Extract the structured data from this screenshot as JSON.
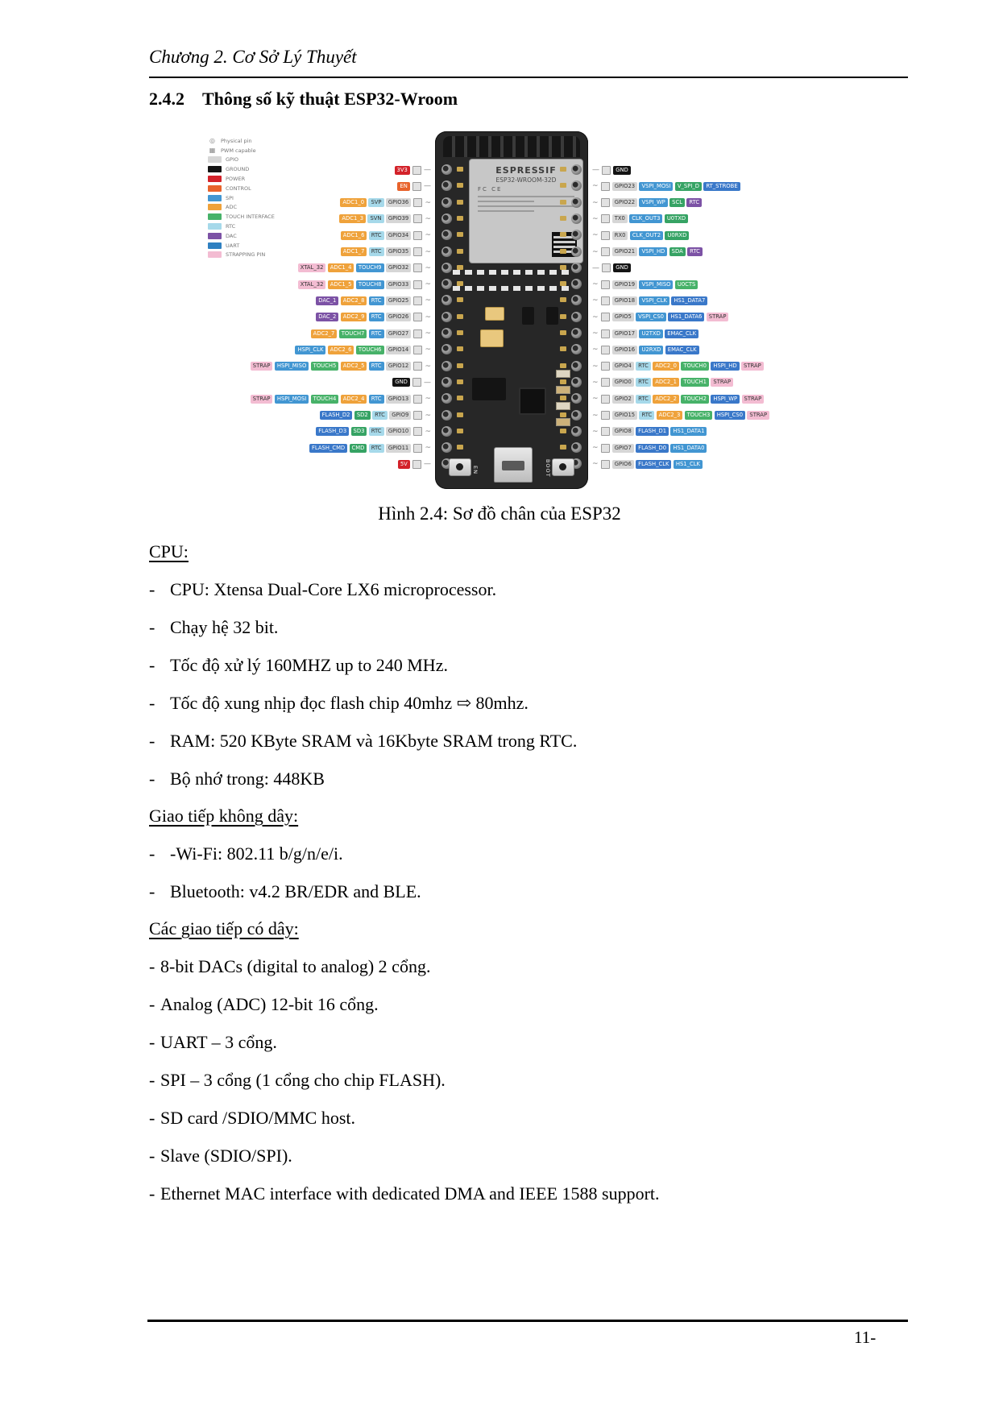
{
  "page": {
    "header": "Chương 2. Cơ Sở Lý Thuyết",
    "section_heading_number": "2.4.2",
    "section_heading_text": "Thông số kỹ thuật ESP32-Wroom",
    "figure_caption": "Hình 2.4: Sơ đồ chân của ESP32",
    "page_number": "11-"
  },
  "body": {
    "sections": [
      {
        "heading": "CPU:",
        "style": "indent",
        "items": [
          "CPU: Xtensa Dual-Core LX6 microprocessor.",
          "Chạy hệ 32 bit.",
          "Tốc độ xử lý 160MHZ up to 240 MHz.",
          "Tốc độ xung nhịp đọc flash chip 40mhz ⇨ 80mhz.",
          "RAM: 520 KByte SRAM và 16Kbyte SRAM trong RTC.",
          "Bộ nhớ trong: 448KB"
        ]
      },
      {
        "heading": "Giao tiếp không dây:",
        "style": "indent",
        "items": [
          "-Wi-Fi: 802.11 b/g/n/e/i.",
          "Bluetooth: v4.2 BR/EDR and BLE."
        ]
      },
      {
        "heading": "Các giao tiếp có dây:",
        "style": "flush",
        "items": [
          "8-bit DACs (digital to analog) 2 cổng.",
          "Analog (ADC) 12-bit 16 cổng.",
          "UART – 3 cổng.",
          "SPI – 3 cổng (1 cổng cho chip FLASH).",
          "SD card /SDIO/MMC host.",
          "Slave (SDIO/SPI).",
          "Ethernet MAC interface with dedicated DMA and IEEE 1588 support."
        ]
      }
    ]
  },
  "diagram": {
    "colors": {
      "gpio": "#d6d6d6",
      "gnd": "#141414",
      "power": "#d3222a",
      "control": "#e8632c",
      "spi": "#4296d2",
      "adc": "#efa23b",
      "touch": "#47b269",
      "rtc": "#a6d9ea",
      "dac": "#7c52a5",
      "uart": "#2f80c1",
      "strap": "#f3bcd2",
      "flash": "#3a78c9",
      "i2c": "#36a364"
    },
    "legend": [
      {
        "t": "iconpin",
        "l": "Physical pin"
      },
      {
        "t": "icongrid",
        "l": "PWM capable"
      },
      {
        "t": "gpio",
        "l": "GPIO"
      },
      {
        "t": "gnd",
        "l": "GROUND"
      },
      {
        "t": "power",
        "l": "POWER"
      },
      {
        "t": "control",
        "l": "CONTROL"
      },
      {
        "t": "spi",
        "l": "SPI"
      },
      {
        "t": "adc",
        "l": "ADC"
      },
      {
        "t": "touch",
        "l": "TOUCH INTERFACE"
      },
      {
        "t": "rtc",
        "l": "RTC"
      },
      {
        "t": "dac",
        "l": "DAC"
      },
      {
        "t": "uart",
        "l": "UART"
      },
      {
        "t": "strap",
        "l": "STRAPPING PIN"
      }
    ],
    "board": {
      "brand": "ESPRESSIF",
      "module": "ESP32-WROOM-32D",
      "cert": "FC CE",
      "btn_left": "EN",
      "btn_right": "BOOT"
    },
    "left_pins": [
      [
        {
          "t": "power",
          "l": "3V3"
        }
      ],
      [
        {
          "t": "control",
          "l": "EN"
        }
      ],
      [
        {
          "t": "adc",
          "l": "ADC1_0"
        },
        {
          "t": "rtc",
          "l": "SVP"
        },
        {
          "t": "gpio",
          "l": "GPIO36"
        }
      ],
      [
        {
          "t": "adc",
          "l": "ADC1_3"
        },
        {
          "t": "rtc",
          "l": "SVN"
        },
        {
          "t": "gpio",
          "l": "GPIO39"
        }
      ],
      [
        {
          "t": "adc",
          "l": "ADC1_6"
        },
        {
          "t": "rtc",
          "l": "RTC"
        },
        {
          "t": "gpio",
          "l": "GPIO34"
        }
      ],
      [
        {
          "t": "adc",
          "l": "ADC1_7"
        },
        {
          "t": "rtc",
          "l": "RTC"
        },
        {
          "t": "gpio",
          "l": "GPIO35"
        }
      ],
      [
        {
          "t": "strap",
          "l": "XTAL_32"
        },
        {
          "t": "adc",
          "l": "ADC1_4"
        },
        {
          "t": "spi",
          "l": "TOUCH9"
        },
        {
          "t": "gpio",
          "l": "GPIO32"
        }
      ],
      [
        {
          "t": "strap",
          "l": "XTAL_32"
        },
        {
          "t": "adc",
          "l": "ADC1_5"
        },
        {
          "t": "spi",
          "l": "TOUCH8"
        },
        {
          "t": "gpio",
          "l": "GPIO33"
        }
      ],
      [
        {
          "t": "dac",
          "l": "DAC_1"
        },
        {
          "t": "adc",
          "l": "ADC2_8"
        },
        {
          "t": "spi",
          "l": "RTC"
        },
        {
          "t": "gpio",
          "l": "GPIO25"
        }
      ],
      [
        {
          "t": "dac",
          "l": "DAC_2"
        },
        {
          "t": "adc",
          "l": "ADC2_9"
        },
        {
          "t": "spi",
          "l": "RTC"
        },
        {
          "t": "gpio",
          "l": "GPIO26"
        }
      ],
      [
        {
          "t": "adc",
          "l": "ADC2_7"
        },
        {
          "t": "touch",
          "l": "TOUCH7"
        },
        {
          "t": "spi",
          "l": "RTC"
        },
        {
          "t": "gpio",
          "l": "GPIO27"
        }
      ],
      [
        {
          "t": "spi",
          "l": "HSPI_CLK"
        },
        {
          "t": "adc",
          "l": "ADC2_6"
        },
        {
          "t": "touch",
          "l": "TOUCH6"
        },
        {
          "t": "gpio",
          "l": "GPIO14"
        }
      ],
      [
        {
          "t": "strap",
          "l": "STRAP"
        },
        {
          "t": "spi",
          "l": "HSPI_MISO"
        },
        {
          "t": "touch",
          "l": "TOUCH5"
        },
        {
          "t": "adc",
          "l": "ADC2_5"
        },
        {
          "t": "spi",
          "l": "RTC"
        },
        {
          "t": "gpio",
          "l": "GPIO12"
        }
      ],
      [
        {
          "t": "gnd",
          "l": "GND"
        }
      ],
      [
        {
          "t": "strap",
          "l": "STRAP"
        },
        {
          "t": "spi",
          "l": "HSPI_MOSI"
        },
        {
          "t": "touch",
          "l": "TOUCH4"
        },
        {
          "t": "adc",
          "l": "ADC2_4"
        },
        {
          "t": "spi",
          "l": "RTC"
        },
        {
          "t": "gpio",
          "l": "GPIO13"
        }
      ],
      [
        {
          "t": "flash",
          "l": "FLASH_D2"
        },
        {
          "t": "i2c",
          "l": "SD2"
        },
        {
          "t": "rtc",
          "l": "RTC"
        },
        {
          "t": "gpio",
          "l": "GPIO9"
        }
      ],
      [
        {
          "t": "flash",
          "l": "FLASH_D3"
        },
        {
          "t": "i2c",
          "l": "SD3"
        },
        {
          "t": "rtc",
          "l": "RTC"
        },
        {
          "t": "gpio",
          "l": "GPIO10"
        }
      ],
      [
        {
          "t": "flash",
          "l": "FLASH_CMD"
        },
        {
          "t": "i2c",
          "l": "CMD"
        },
        {
          "t": "rtc",
          "l": "RTC"
        },
        {
          "t": "gpio",
          "l": "GPIO11"
        }
      ],
      [
        {
          "t": "power",
          "l": "5V"
        }
      ]
    ],
    "right_pins": [
      [
        {
          "t": "gnd",
          "l": "GND"
        }
      ],
      [
        {
          "t": "gpio",
          "l": "GPIO23"
        },
        {
          "t": "spi",
          "l": "VSPI_MOSI"
        },
        {
          "t": "i2c",
          "l": "V_SPI_D"
        },
        {
          "t": "flash",
          "l": "RT_STROBE"
        }
      ],
      [
        {
          "t": "gpio",
          "l": "GPIO22"
        },
        {
          "t": "spi",
          "l": "VSPI_WP"
        },
        {
          "t": "i2c",
          "l": "SCL"
        },
        {
          "t": "dac",
          "l": "RTC"
        }
      ],
      [
        {
          "t": "gpio",
          "l": "TX0"
        },
        {
          "t": "spi",
          "l": "CLK_OUT3"
        },
        {
          "t": "i2c",
          "l": "U0TXD"
        }
      ],
      [
        {
          "t": "gpio",
          "l": "RX0"
        },
        {
          "t": "spi",
          "l": "CLK_OUT2"
        },
        {
          "t": "i2c",
          "l": "U0RXD"
        }
      ],
      [
        {
          "t": "gpio",
          "l": "GPIO21"
        },
        {
          "t": "spi",
          "l": "VSPI_HD"
        },
        {
          "t": "i2c",
          "l": "SDA"
        },
        {
          "t": "dac",
          "l": "RTC"
        }
      ],
      [
        {
          "t": "gnd",
          "l": "GND"
        }
      ],
      [
        {
          "t": "gpio",
          "l": "GPIO19"
        },
        {
          "t": "spi",
          "l": "VSPI_MISO"
        },
        {
          "t": "touch",
          "l": "U0CTS"
        }
      ],
      [
        {
          "t": "gpio",
          "l": "GPIO18"
        },
        {
          "t": "spi",
          "l": "VSPI_CLK"
        },
        {
          "t": "flash",
          "l": "HS1_DATA7"
        }
      ],
      [
        {
          "t": "gpio",
          "l": "GPIO5"
        },
        {
          "t": "spi",
          "l": "VSPI_CS0"
        },
        {
          "t": "flash",
          "l": "HS1_DATA6"
        },
        {
          "t": "strap",
          "l": "STRAP"
        }
      ],
      [
        {
          "t": "gpio",
          "l": "GPIO17"
        },
        {
          "t": "spi",
          "l": "U2TXD"
        },
        {
          "t": "flash",
          "l": "EMAC_CLK"
        }
      ],
      [
        {
          "t": "gpio",
          "l": "GPIO16"
        },
        {
          "t": "spi",
          "l": "U2RXD"
        },
        {
          "t": "flash",
          "l": "EMAC_CLK"
        }
      ],
      [
        {
          "t": "gpio",
          "l": "GPIO4"
        },
        {
          "t": "rtc",
          "l": "RTC"
        },
        {
          "t": "adc",
          "l": "ADC2_0"
        },
        {
          "t": "touch",
          "l": "TOUCH0"
        },
        {
          "t": "flash",
          "l": "HSPI_HD"
        },
        {
          "t": "strap",
          "l": "STRAP"
        }
      ],
      [
        {
          "t": "gpio",
          "l": "GPIO0"
        },
        {
          "t": "rtc",
          "l": "RTC"
        },
        {
          "t": "adc",
          "l": "ADC2_1"
        },
        {
          "t": "touch",
          "l": "TOUCH1"
        },
        {
          "t": "strap",
          "l": "STRAP"
        }
      ],
      [
        {
          "t": "gpio",
          "l": "GPIO2"
        },
        {
          "t": "rtc",
          "l": "RTC"
        },
        {
          "t": "adc",
          "l": "ADC2_2"
        },
        {
          "t": "touch",
          "l": "TOUCH2"
        },
        {
          "t": "flash",
          "l": "HSPI_WP"
        },
        {
          "t": "strap",
          "l": "STRAP"
        }
      ],
      [
        {
          "t": "gpio",
          "l": "GPIO15"
        },
        {
          "t": "rtc",
          "l": "RTC"
        },
        {
          "t": "adc",
          "l": "ADC2_3"
        },
        {
          "t": "touch",
          "l": "TOUCH3"
        },
        {
          "t": "flash",
          "l": "HSPI_CS0"
        },
        {
          "t": "strap",
          "l": "STRAP"
        }
      ],
      [
        {
          "t": "gpio",
          "l": "GPIO8"
        },
        {
          "t": "flash",
          "l": "FLASH_D1"
        },
        {
          "t": "spi",
          "l": "HS1_DATA1"
        }
      ],
      [
        {
          "t": "gpio",
          "l": "GPIO7"
        },
        {
          "t": "flash",
          "l": "FLASH_D0"
        },
        {
          "t": "spi",
          "l": "HS1_DATA0"
        }
      ],
      [
        {
          "t": "gpio",
          "l": "GPIO6"
        },
        {
          "t": "flash",
          "l": "FLASH_CLK"
        },
        {
          "t": "spi",
          "l": "HS1_CLK"
        }
      ]
    ]
  }
}
